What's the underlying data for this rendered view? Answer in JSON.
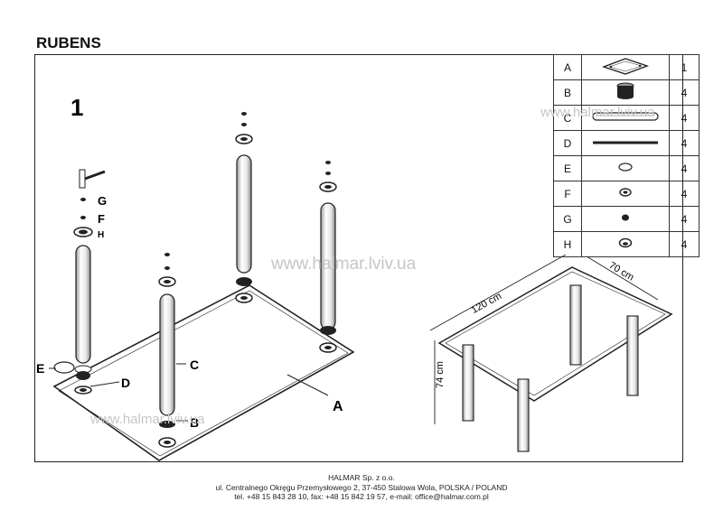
{
  "title": "RUBENS",
  "step_number": "1",
  "watermarks": {
    "center": "www.halmar.lviv.ua",
    "bottom_left": "www.halmar.lviv.ua",
    "table": "www.halmar.lviv.ua"
  },
  "callouts": {
    "a": "A",
    "b": "B",
    "c": "C",
    "d": "D",
    "e": "E",
    "f": "F",
    "g": "G",
    "h": "H"
  },
  "dimensions": {
    "length": "120 cm",
    "width": "70 cm",
    "height": "74 cm"
  },
  "parts": [
    {
      "letter": "A",
      "icon": "glass-top-icon",
      "qty": "1"
    },
    {
      "letter": "B",
      "icon": "foot-cap-icon",
      "qty": "4"
    },
    {
      "letter": "C",
      "icon": "leg-tube-icon",
      "qty": "4"
    },
    {
      "letter": "D",
      "icon": "rod-icon",
      "qty": "4"
    },
    {
      "letter": "E",
      "icon": "pad-icon",
      "qty": "4"
    },
    {
      "letter": "F",
      "icon": "washer-icon",
      "qty": "4"
    },
    {
      "letter": "G",
      "icon": "nut-icon",
      "qty": "4"
    },
    {
      "letter": "H",
      "icon": "ring-icon",
      "qty": "4"
    }
  ],
  "footer": {
    "company": "HALMAR Sp. z o.o.",
    "address": "ul. Centralnego Okręgu Przemysłowego 2, 37-450 Stalowa Wola, POLSKA / POLAND",
    "contact": "tel. +48 15 843 28 10, fax: +48 15 842 19 57, e-mail: office@halmar.com.pl"
  }
}
